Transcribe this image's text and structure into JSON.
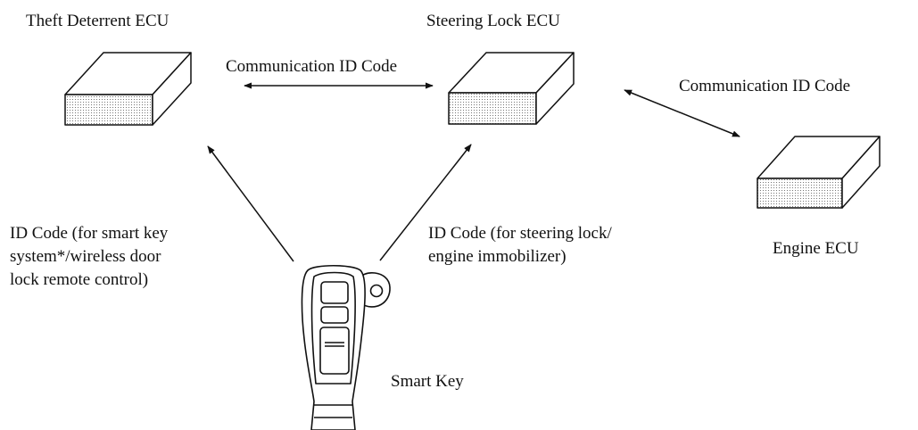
{
  "nodes": {
    "theft": {
      "label": "Theft Deterrent ECU"
    },
    "steering": {
      "label": "Steering Lock ECU"
    },
    "engine": {
      "label": "Engine ECU"
    },
    "key": {
      "label": "Smart Key"
    }
  },
  "links": {
    "theft_steering": {
      "label": "Communication ID Code"
    },
    "steering_engine": {
      "label": "Communication ID Code"
    },
    "key_theft": {
      "label": "ID Code (for smart key\nsystem*/wireless door\nlock remote control)"
    },
    "key_steering": {
      "label": "ID Code (for steering lock/\nengine immobilizer)"
    }
  },
  "colors": {
    "line": "#111111",
    "fill": "#ffffff"
  }
}
